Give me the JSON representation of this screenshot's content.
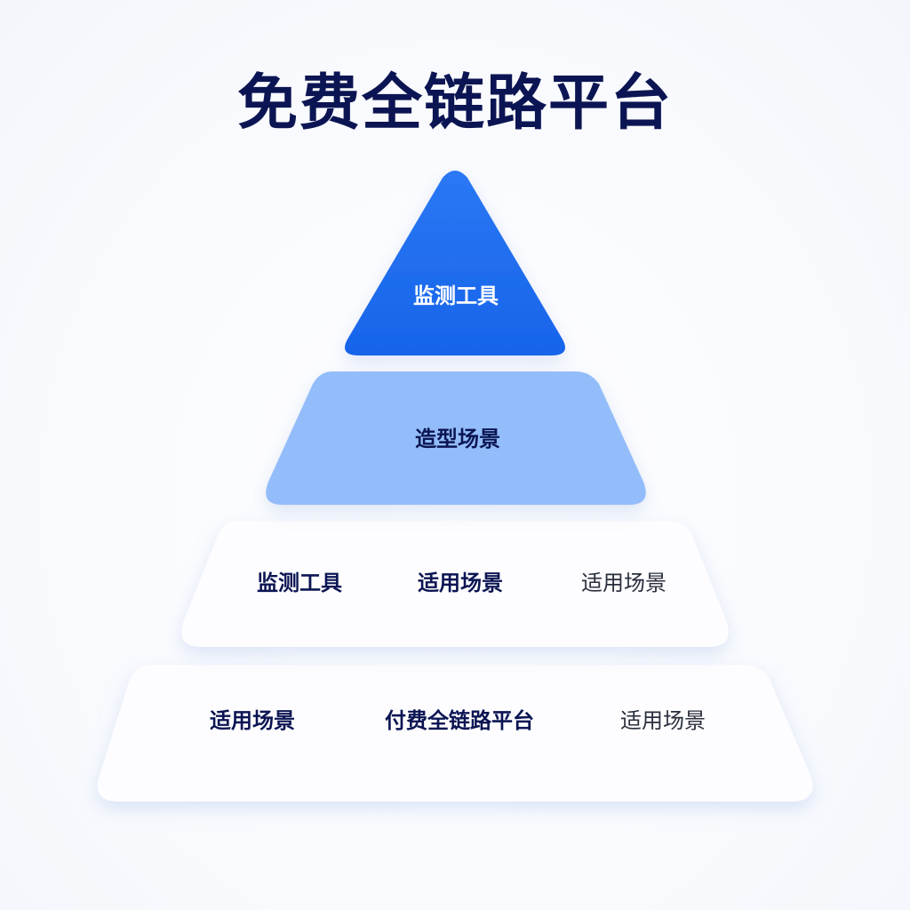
{
  "title": "免费全链路平台",
  "colors": {
    "tier1": "#1b6cf0",
    "tier2": "#93bdfa",
    "tier3": "#fdfdff",
    "tier4": "#fdfdff",
    "dark_text": "#0c1553",
    "light_text": "#2a2f3d",
    "white_text": "#ffffff"
  },
  "tiers": [
    {
      "labels": [
        "监测工具"
      ]
    },
    {
      "labels": [
        "造型场景"
      ]
    },
    {
      "labels": [
        "监测工具",
        "适用场景",
        "适用场景"
      ]
    },
    {
      "labels": [
        "适用场景",
        "付费全链路平台",
        "适用场景"
      ]
    }
  ]
}
